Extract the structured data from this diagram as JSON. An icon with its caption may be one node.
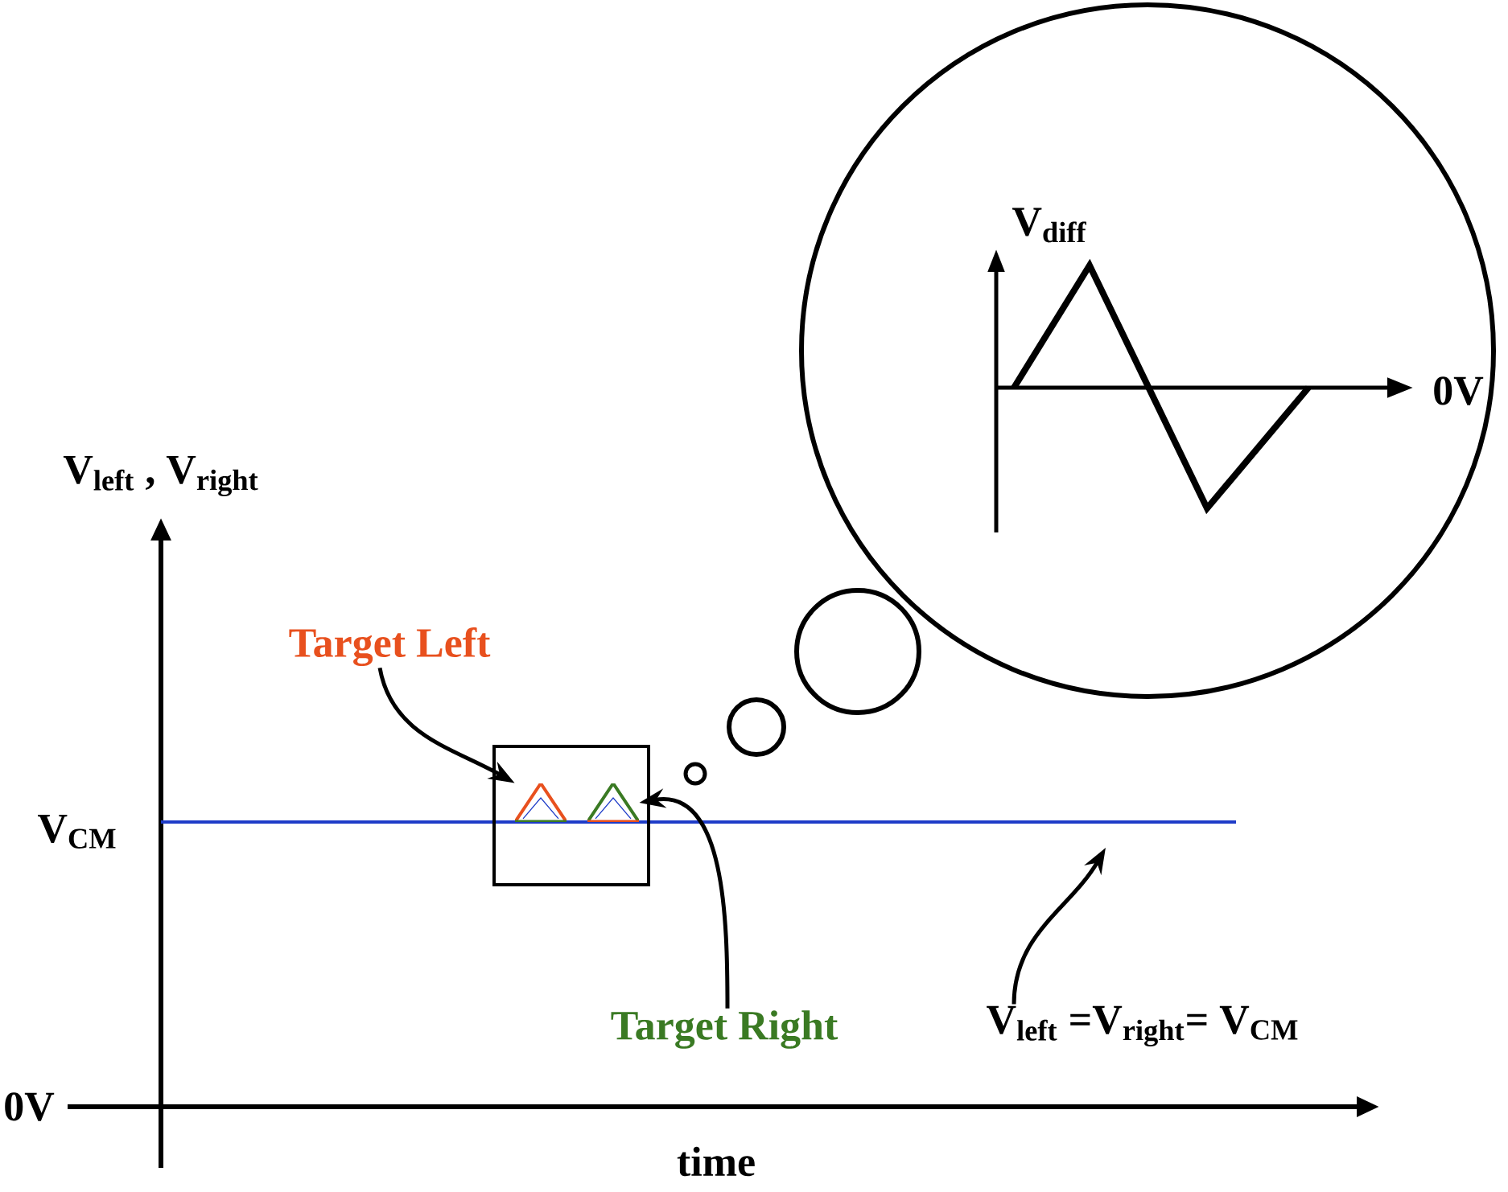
{
  "diagram": {
    "nodes": [
      {
        "text": [
          "Target Left"
        ]
      },
      {
        "text": [
          "Target Right"
        ]
      },
      {
        "text": [],
        "shape": "box"
      },
      {
        "text": [],
        "shape": "triangle",
        "in": 2
      },
      {
        "text": [],
        "shape": "triangle",
        "in": 2
      },
      {
        "text": [
          "V$_{left}$ =V$_{right}$= V$_{CM}$"
        ]
      },
      {
        "text": [],
        "shape": "circle"
      },
      {
        "text": [],
        "shape": "circle"
      },
      {
        "text": [],
        "shape": "circle"
      },
      {
        "text": [],
        "shape": "circle"
      }
    ],
    "edges": [
      {
        "from": 0,
        "to": 3,
        "arrow": "to"
      },
      {
        "from": 1,
        "to": 4,
        "arrow": "to"
      },
      {
        "from": 5,
        "to": null,
        "arrow": "to"
      }
    ],
    "labels": [
      "V$_{diff}$",
      "0V",
      "V$_{left}$ , V$_{right}$",
      "V$_{CM}$",
      "0V",
      "time"
    ]
  }
}
